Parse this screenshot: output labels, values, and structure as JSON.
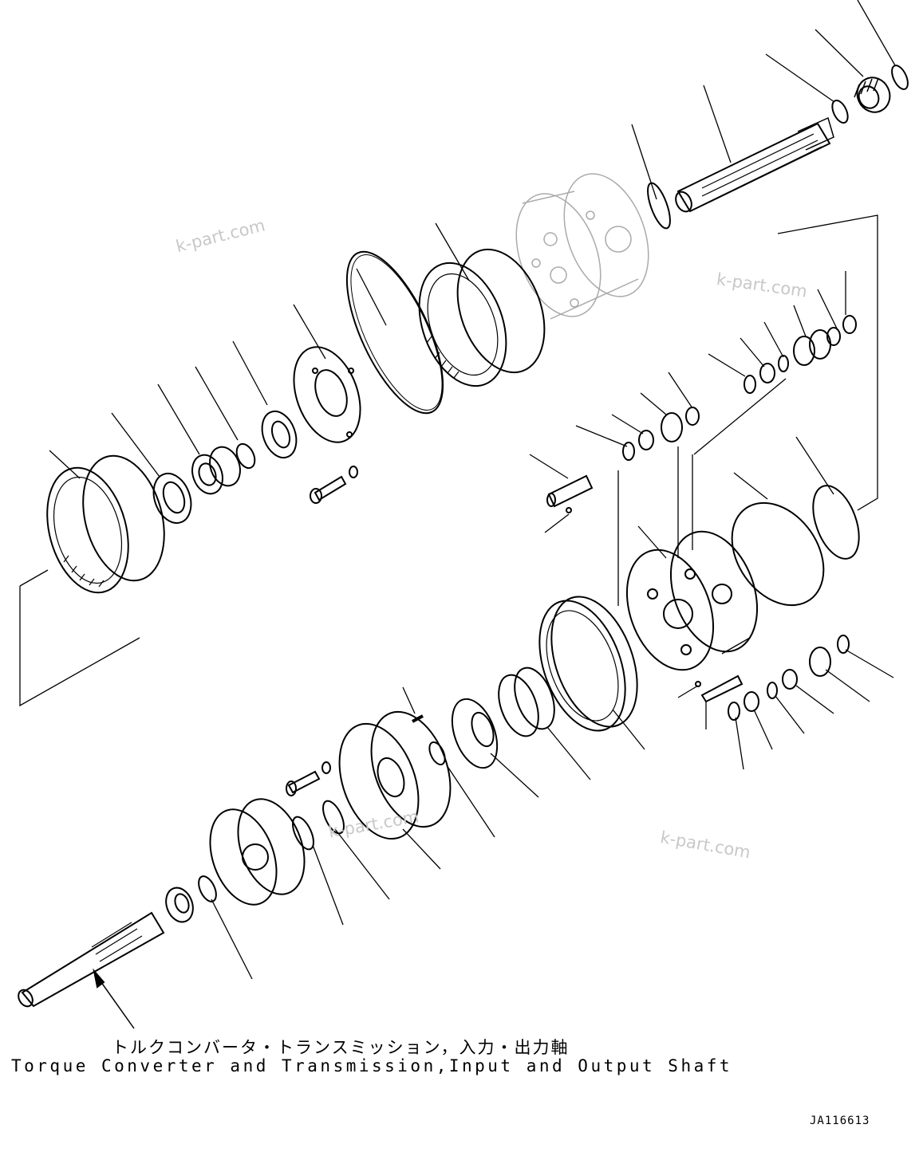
{
  "caption": {
    "japanese": "トルクコンバータ・トランスミッション，入力・出力軸",
    "english": "Torque Converter and Transmission,Input and Output Shaft"
  },
  "drawing_code": "JA116613",
  "watermarks": [
    "k-part.com",
    "k-part.com",
    "k-part.com",
    "k-part.com"
  ],
  "colors": {
    "line": "#000000",
    "watermark": "#c8c8c8",
    "background": "#ffffff"
  }
}
